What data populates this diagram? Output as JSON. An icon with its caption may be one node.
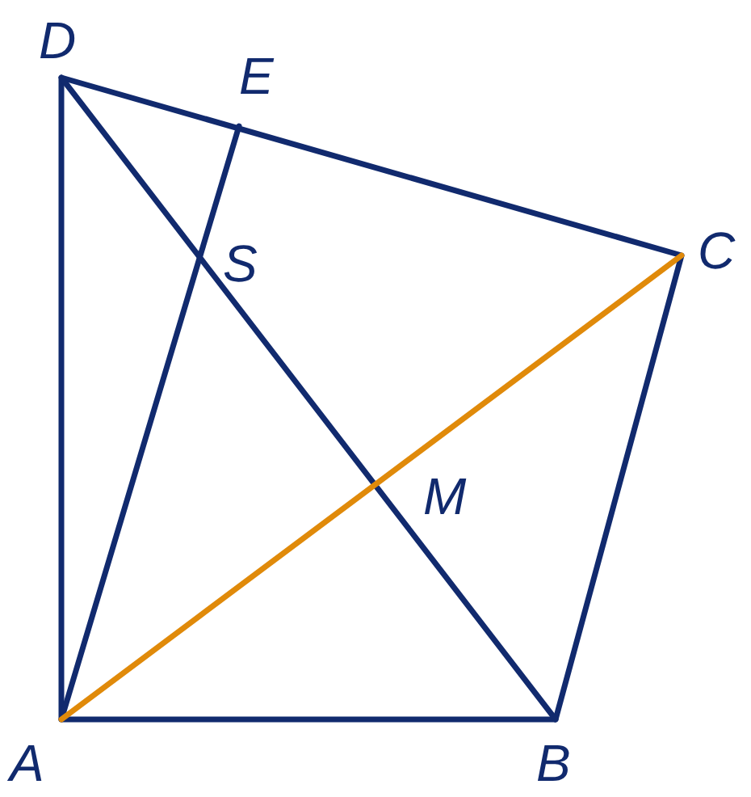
{
  "diagram": {
    "labels": [
      "D",
      "E",
      "S",
      "C",
      "M",
      "A",
      "B"
    ]
  }
}
